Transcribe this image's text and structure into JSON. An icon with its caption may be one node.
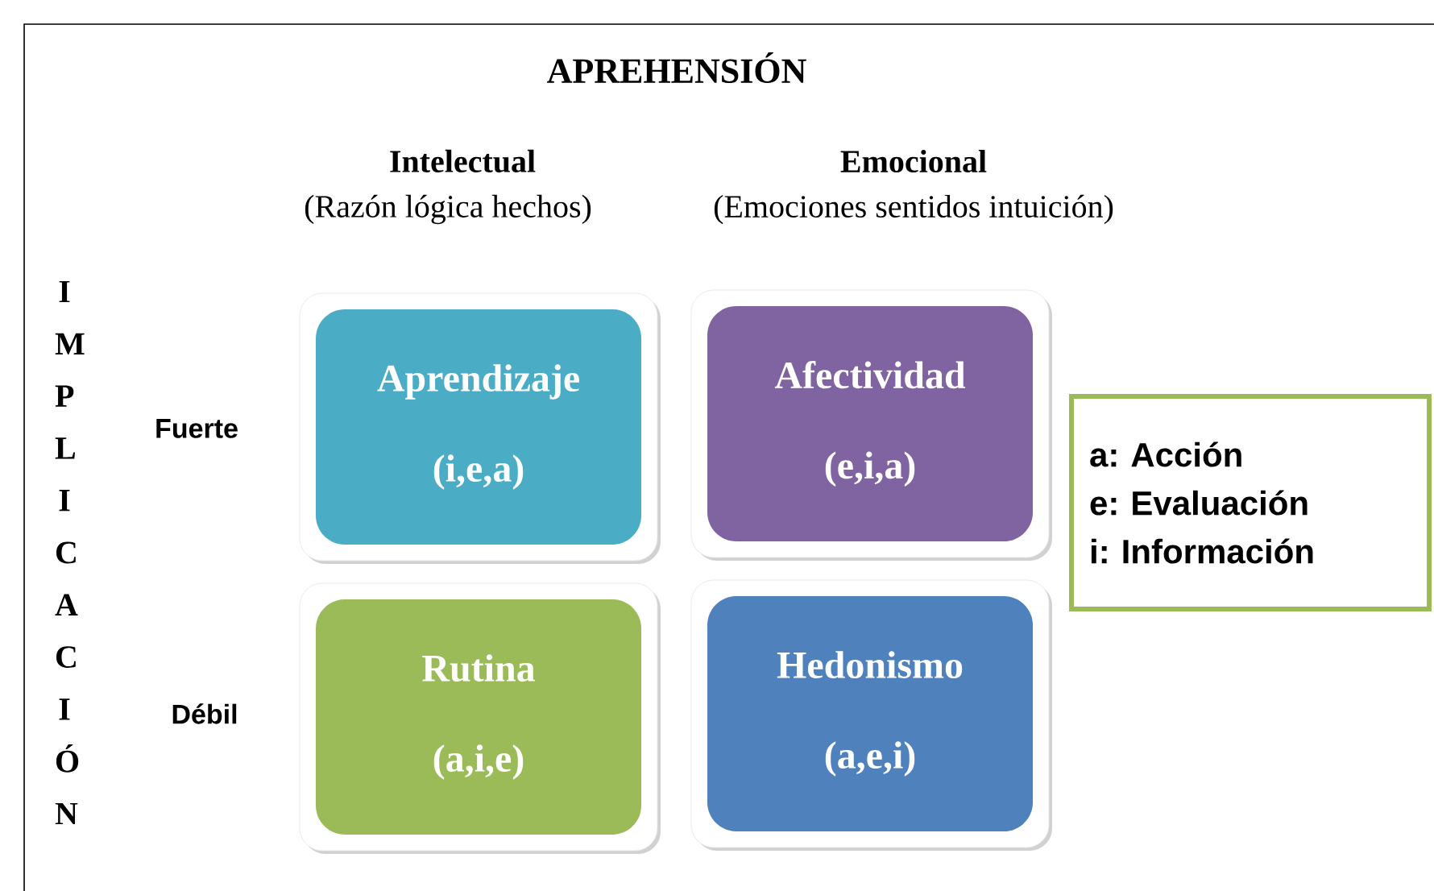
{
  "diagram": {
    "title": "APREHENSIÓN",
    "nodes": [
      {
        "text": [
          "Aprendizaje",
          "(i,e,a)"
        ]
      },
      {
        "text": [
          "Afectividad",
          "(e,i,a)"
        ]
      },
      {
        "text": [
          "Rutina",
          "(a,i,e)"
        ]
      },
      {
        "text": [
          "Hedonismo",
          "(a,e,i)"
        ]
      },
      {
        "text": [
          "a: Acción",
          "e: Evaluación",
          "i: Información"
        ]
      }
    ],
    "labels": [
      "Intelectual",
      "(Razón lógica hechos)",
      "Emocional",
      "(Emociones sentidos intuición)",
      "IMPLICACIÓN",
      "Fuerte",
      "Débil"
    ]
  }
}
